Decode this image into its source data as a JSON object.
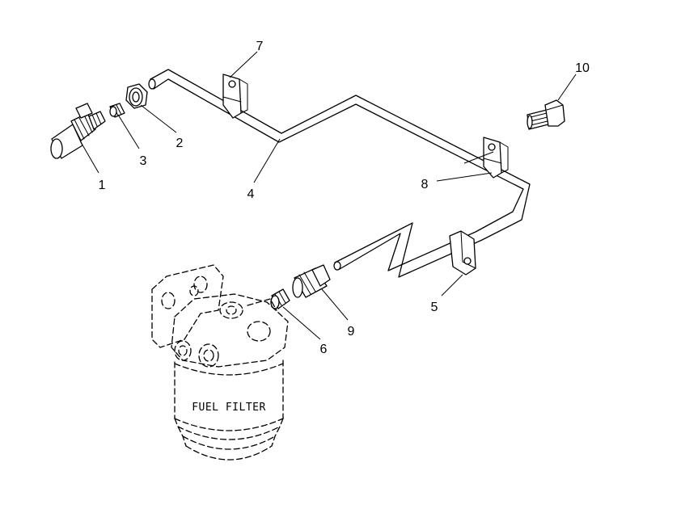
{
  "diagram": {
    "filter_label": "FUEL FILTER",
    "callouts": {
      "c1": "1",
      "c2": "2",
      "c3": "3",
      "c4": "4",
      "c5": "5",
      "c6": "6",
      "c7": "7",
      "c8": "8",
      "c9": "9",
      "c10": "10"
    }
  }
}
